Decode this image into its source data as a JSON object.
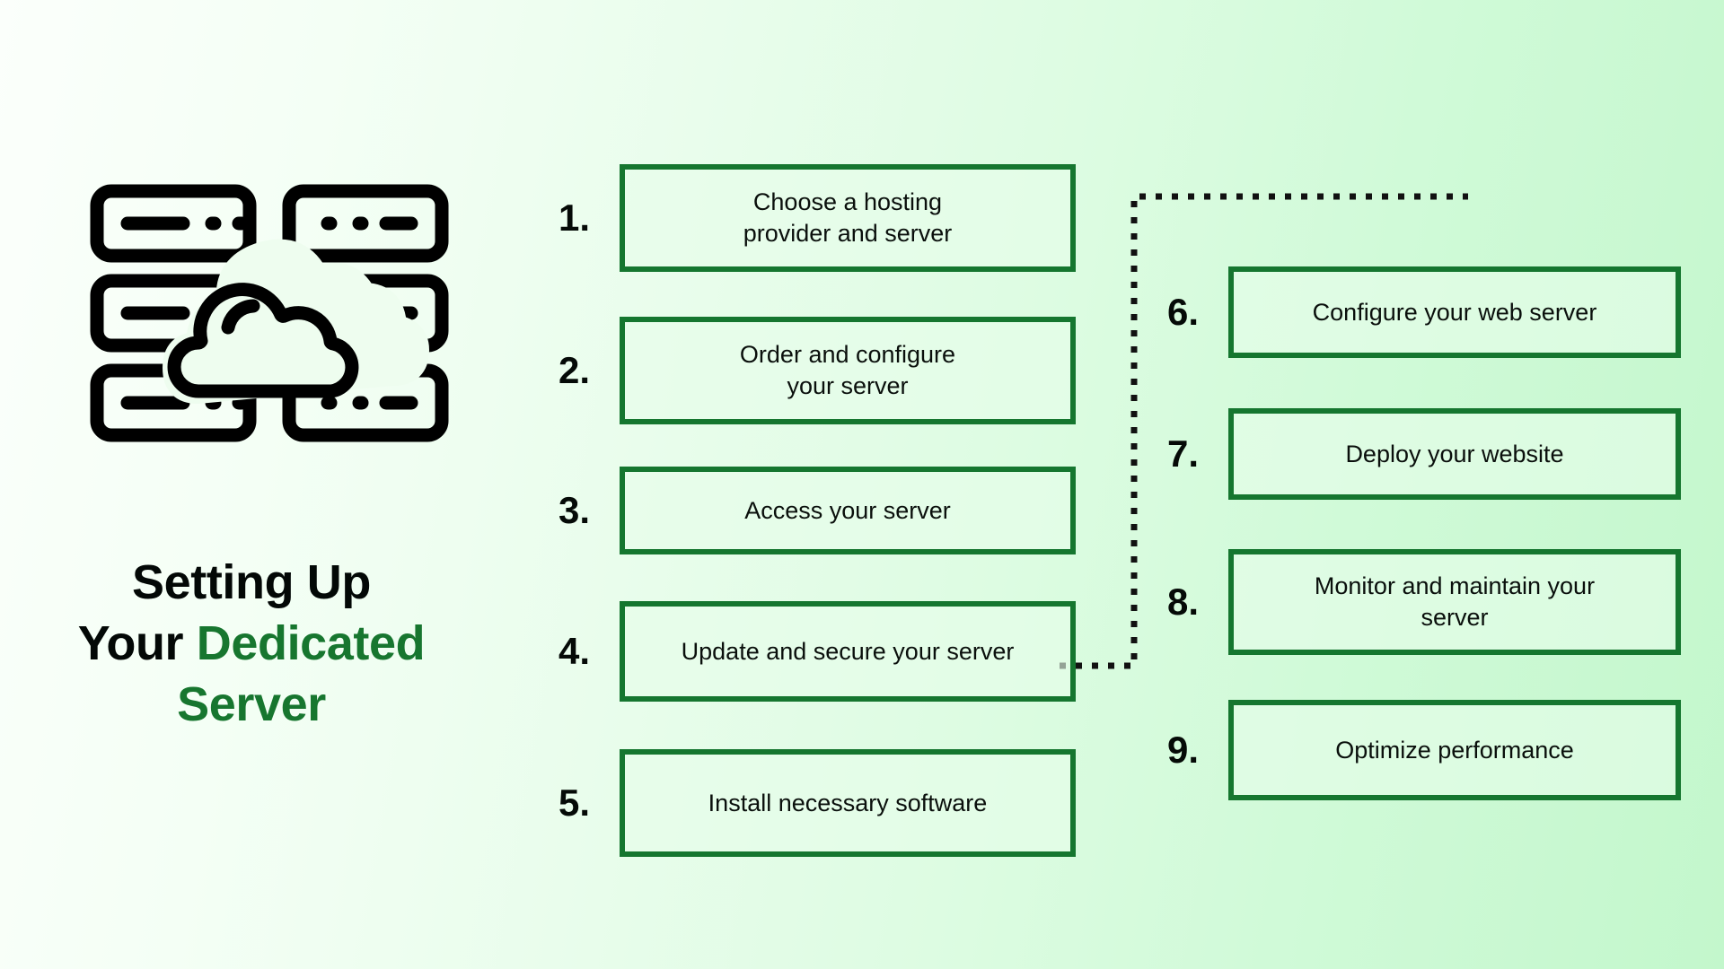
{
  "theme": {
    "accent_green": "#17762f",
    "box_border": "#15762f",
    "box_fill": "#e7fdea",
    "text_dark": "#0a0f0c",
    "bg_gradient_from": "#fbfffb",
    "bg_gradient_to": "#c3f7cc",
    "connector_color": "#111111"
  },
  "brand": {
    "icon_name": "server-rack-cloud-icon",
    "title_line1": "Setting Up",
    "title_line2_plain": "Your ",
    "title_line2_accent": "Dedicated",
    "title_line3_accent": "Server"
  },
  "flow": {
    "connector_name": "dotted-connector-step5-to-step6",
    "left_column": [
      {
        "number": "1.",
        "label": "Choose a hosting\nprovider and server"
      },
      {
        "number": "2.",
        "label": "Order and configure\nyour server"
      },
      {
        "number": "3.",
        "label": "Access your server"
      },
      {
        "number": "4.",
        "label": "Update and secure your server"
      },
      {
        "number": "5.",
        "label": "Install necessary software"
      }
    ],
    "right_column": [
      {
        "number": "6.",
        "label": "Configure your web server"
      },
      {
        "number": "7.",
        "label": "Deploy your website"
      },
      {
        "number": "8.",
        "label": "Monitor and maintain your\nserver"
      },
      {
        "number": "9.",
        "label": "Optimize performance"
      }
    ]
  }
}
